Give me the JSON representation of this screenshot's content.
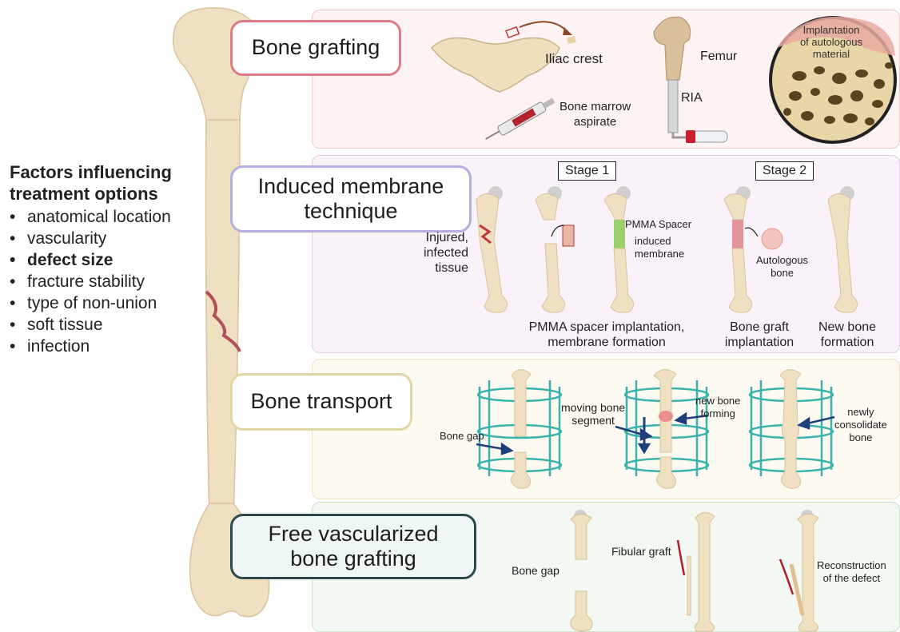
{
  "factors": {
    "heading_line1": "Factors influencing",
    "heading_line2": "treatment options",
    "items": [
      {
        "text": "anatomical location",
        "bold": false
      },
      {
        "text": "vascularity",
        "bold": false
      },
      {
        "text": "defect size",
        "bold": true
      },
      {
        "text": "fracture stability",
        "bold": false
      },
      {
        "text": "type of non-union",
        "bold": false
      },
      {
        "text": "soft tissue",
        "bold": false
      },
      {
        "text": "infection",
        "bold": false
      }
    ]
  },
  "colors": {
    "grafting_border": "#e07a86",
    "grafting_bg": "#fdf3f3",
    "induced_border": "#b7aee0",
    "induced_bg": "#f9f2f9",
    "transport_border": "#e3d6a6",
    "transport_bg": "#fdfaf1",
    "free_border": "#2e4a4e",
    "free_bg": "#f3f8f3",
    "bone": "#f0e0c2",
    "ring": "#3bb3ad",
    "arrow": "#1f3f7a",
    "vessel": "#b0202a"
  },
  "panels": {
    "bone_grafting": {
      "title": "Bone grafting",
      "iliac_crest": "Iliac crest",
      "femur": "Femur",
      "ria": "RIA",
      "marrow_line1": "Bone marrow",
      "marrow_line2": "aspirate",
      "implant_line1": "Implantation",
      "implant_line2": "of autologous",
      "implant_line3": "material"
    },
    "induced_membrane": {
      "title_line1": "Induced membrane",
      "title_line2": "technique",
      "stage1": "Stage 1",
      "stage2": "Stage 2",
      "injured_line1": "Injured,",
      "injured_line2": "infected tissue",
      "pmma_spacer": "PMMA Spacer",
      "induced_line1": "induced",
      "induced_line2": "membrane",
      "autologous_line1": "Autologous",
      "autologous_line2": "bone",
      "caption1_line1": "PMMA spacer implantation,",
      "caption1_line2": "membrane formation",
      "caption2_line1": "Bone graft",
      "caption2_line2": "implantation",
      "caption3_line1": "New bone",
      "caption3_line2": "formation"
    },
    "bone_transport": {
      "title": "Bone transport",
      "bone_gap": "Bone gap",
      "moving_line1": "moving bone",
      "moving_line2": "segment",
      "new_line1": "new bone",
      "new_line2": "forming",
      "consol_line1": "newly",
      "consol_line2": "consolidate",
      "consol_line3": "bone"
    },
    "free_vascularized": {
      "title_line1": "Free vascularized",
      "title_line2": "bone grafting",
      "bone_gap": "Bone gap",
      "fibular_graft": "Fibular graft",
      "recon_line1": "Reconstruction",
      "recon_line2": "of the defect"
    }
  }
}
